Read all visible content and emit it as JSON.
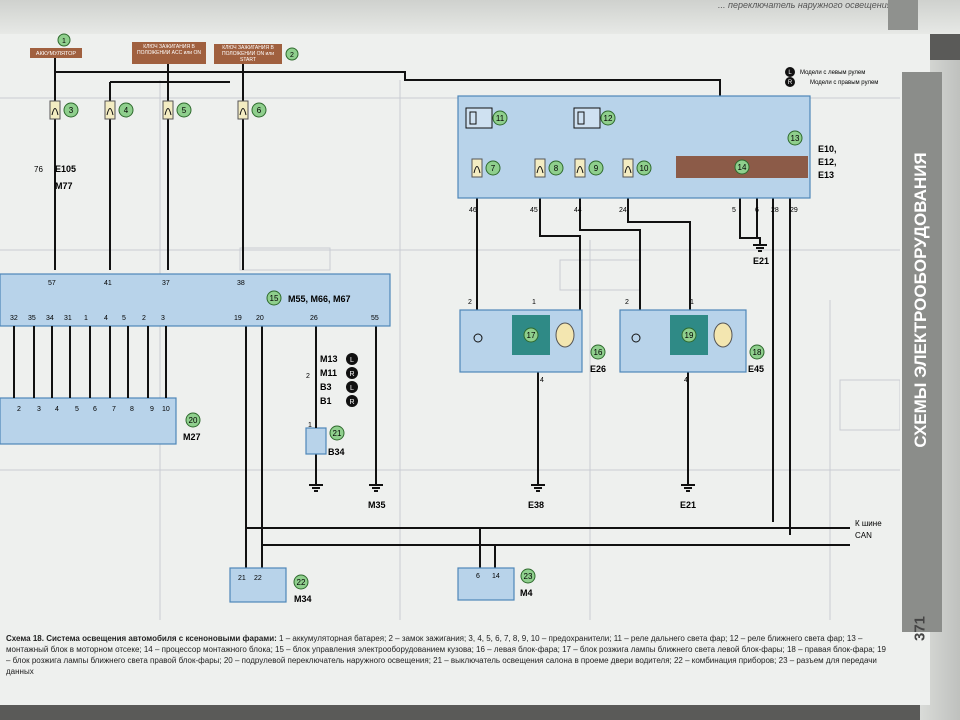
{
  "header": {
    "note": "... переключатель наружного освещения;"
  },
  "side_tab": {
    "label": "СХЕМЫ ЭЛЕКТРООБОРУДОВАНИЯ"
  },
  "page_number": "371",
  "legend": {
    "left_marker": "L",
    "left_text": "Модели с левым рулем",
    "right_marker": "R",
    "right_text": "Модели с правым рулем"
  },
  "sources": {
    "battery": {
      "num": "1",
      "label": "АККУМУЛЯТОР"
    },
    "ign1": {
      "label": "КЛЮЧ ЗАЖИГАНИЯ В ПОЛОЖЕНИИ ACC или ON"
    },
    "ign2": {
      "num": "2",
      "label": "КЛЮЧ ЗАЖИГАНИЯ В ПОЛОЖЕНИИ ON или START"
    }
  },
  "fuses": [
    "3",
    "4",
    "5",
    "6",
    "7",
    "8",
    "9",
    "10"
  ],
  "relays": [
    "11",
    "12"
  ],
  "connectors": {
    "c76": "76",
    "e105": "E105",
    "m77": "M77",
    "m55": "M55, M66, M67",
    "m27": "M27",
    "m35": "M35",
    "b34": "B34",
    "m34": "M34",
    "m4": "M4",
    "e38": "E38",
    "e21a": "E21",
    "e21b": "E21",
    "e26": "E26",
    "e45": "E45",
    "e10": "E10,",
    "e12": "E12,",
    "e13": "E13"
  },
  "component_nums": {
    "c13": "13",
    "c14": "14",
    "c15": "15",
    "c16": "16",
    "c17": "17",
    "c18": "18",
    "c19": "19",
    "c20": "20",
    "c21": "21",
    "c22": "22",
    "c23": "23"
  },
  "pins": {
    "top_block": [
      "46",
      "45",
      "44",
      "24",
      "5",
      "6",
      "28",
      "29"
    ],
    "m55_top": [
      "57",
      "41",
      "37",
      "38"
    ],
    "m55_bottom": [
      "32",
      "35",
      "34",
      "31",
      "1",
      "4",
      "5",
      "2",
      "3",
      "19",
      "20",
      "26",
      "55"
    ],
    "m27": [
      "2",
      "3",
      "4",
      "5",
      "6",
      "7",
      "8",
      "9",
      "10"
    ],
    "e26": [
      "2",
      "1",
      "4"
    ],
    "e45": [
      "2",
      "1",
      "4"
    ],
    "m34": [
      "21",
      "22"
    ],
    "m4": [
      "6",
      "14"
    ],
    "b34_pin": "1",
    "variants_pin": "2"
  },
  "variants": [
    {
      "code": "M13",
      "mark": "L"
    },
    {
      "code": "M11",
      "mark": "R"
    },
    {
      "code": "B3",
      "mark": "L"
    },
    {
      "code": "B1",
      "mark": "R"
    }
  ],
  "can_bus": {
    "line1": "К шине",
    "line2": "CAN"
  },
  "caption": {
    "title": "Схема 18. Система освещения автомобиля с ксеноновыми фарами:",
    "text": " 1 – аккумуляторная батарея; 2 – замок зажигания; 3, 4, 5, 6, 7, 8, 9, 10 – предохранители; 11 – реле дальнего света фар; 12 – реле ближнего света фар; 13 – монтажный блок в моторном отсеке; 14 – процессор монтажного блока; 15 – блок управления электрооборудованием кузова; 16 – левая блок-фара; 17 – блок розжига лампы ближнего света левой блок-фары; 18 – правая блок-фара; 19 – блок розжига лампы ближнего света правой блок-фары; 20 – подрулевой переключатель наружного освещения; 21 – выключатель освещения салона в проеме двери водителя; 22 – комбинация приборов; 23 – разъем для передачи данных"
  },
  "colors": {
    "block_fill": "#b8d3ea",
    "block_stroke": "#4e87b8",
    "processor": "#8c5b48",
    "source_label": "#a0603f",
    "ballast": "#2f8a86",
    "circle_fill": "#8fcf8d"
  }
}
